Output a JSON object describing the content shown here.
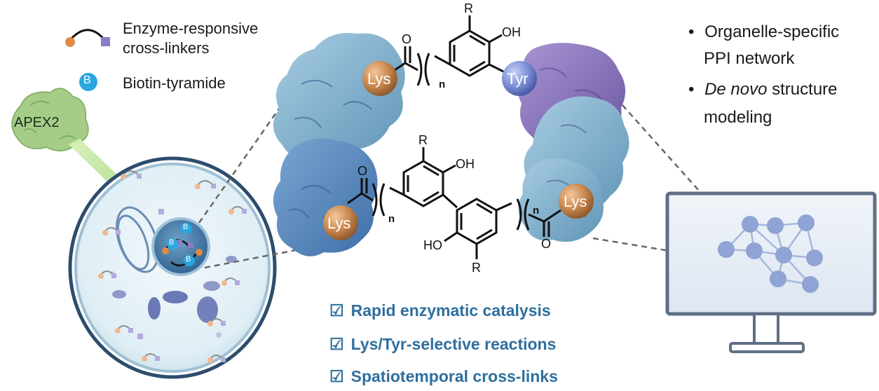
{
  "legend": {
    "crosslinker_label_line1": "Enzyme-responsive",
    "crosslinker_label_line2": "cross-linkers",
    "biotin_symbol": "B",
    "biotin_label": "Biotin-tyramide"
  },
  "apex": {
    "label": "APEX2"
  },
  "cell": {
    "nucleus_biotin_symbol": "B"
  },
  "outputs": {
    "item1_line1": "Organelle-specific",
    "item1_line2": "PPI network",
    "item2_italic": "De novo",
    "item2_rest": " structure",
    "item2_line2": "modeling",
    "bullet": "•"
  },
  "chemistry": {
    "lys": "Lys",
    "tyr": "Tyr",
    "r_group": "R",
    "oh": "OH",
    "ho": "HO",
    "oxygen": "O",
    "n_sub": "n"
  },
  "features": {
    "checkbox": "☑",
    "items": [
      "Rapid enzymatic catalysis",
      "Lys/Tyr-selective reactions",
      "Spatiotemporal cross-links"
    ]
  },
  "colors": {
    "protein_blue": "#5e8fc4",
    "protein_light_blue": "#8cb7d3",
    "protein_purple": "#8a74b8",
    "lys_bead": "#c98a52",
    "tyr_bead": "#7f93d8",
    "apex_green": "#9bc27e",
    "feature_text": "#2e6f9e",
    "monitor_frame": "#5f6f86",
    "network_node": "#8fa3d4"
  }
}
